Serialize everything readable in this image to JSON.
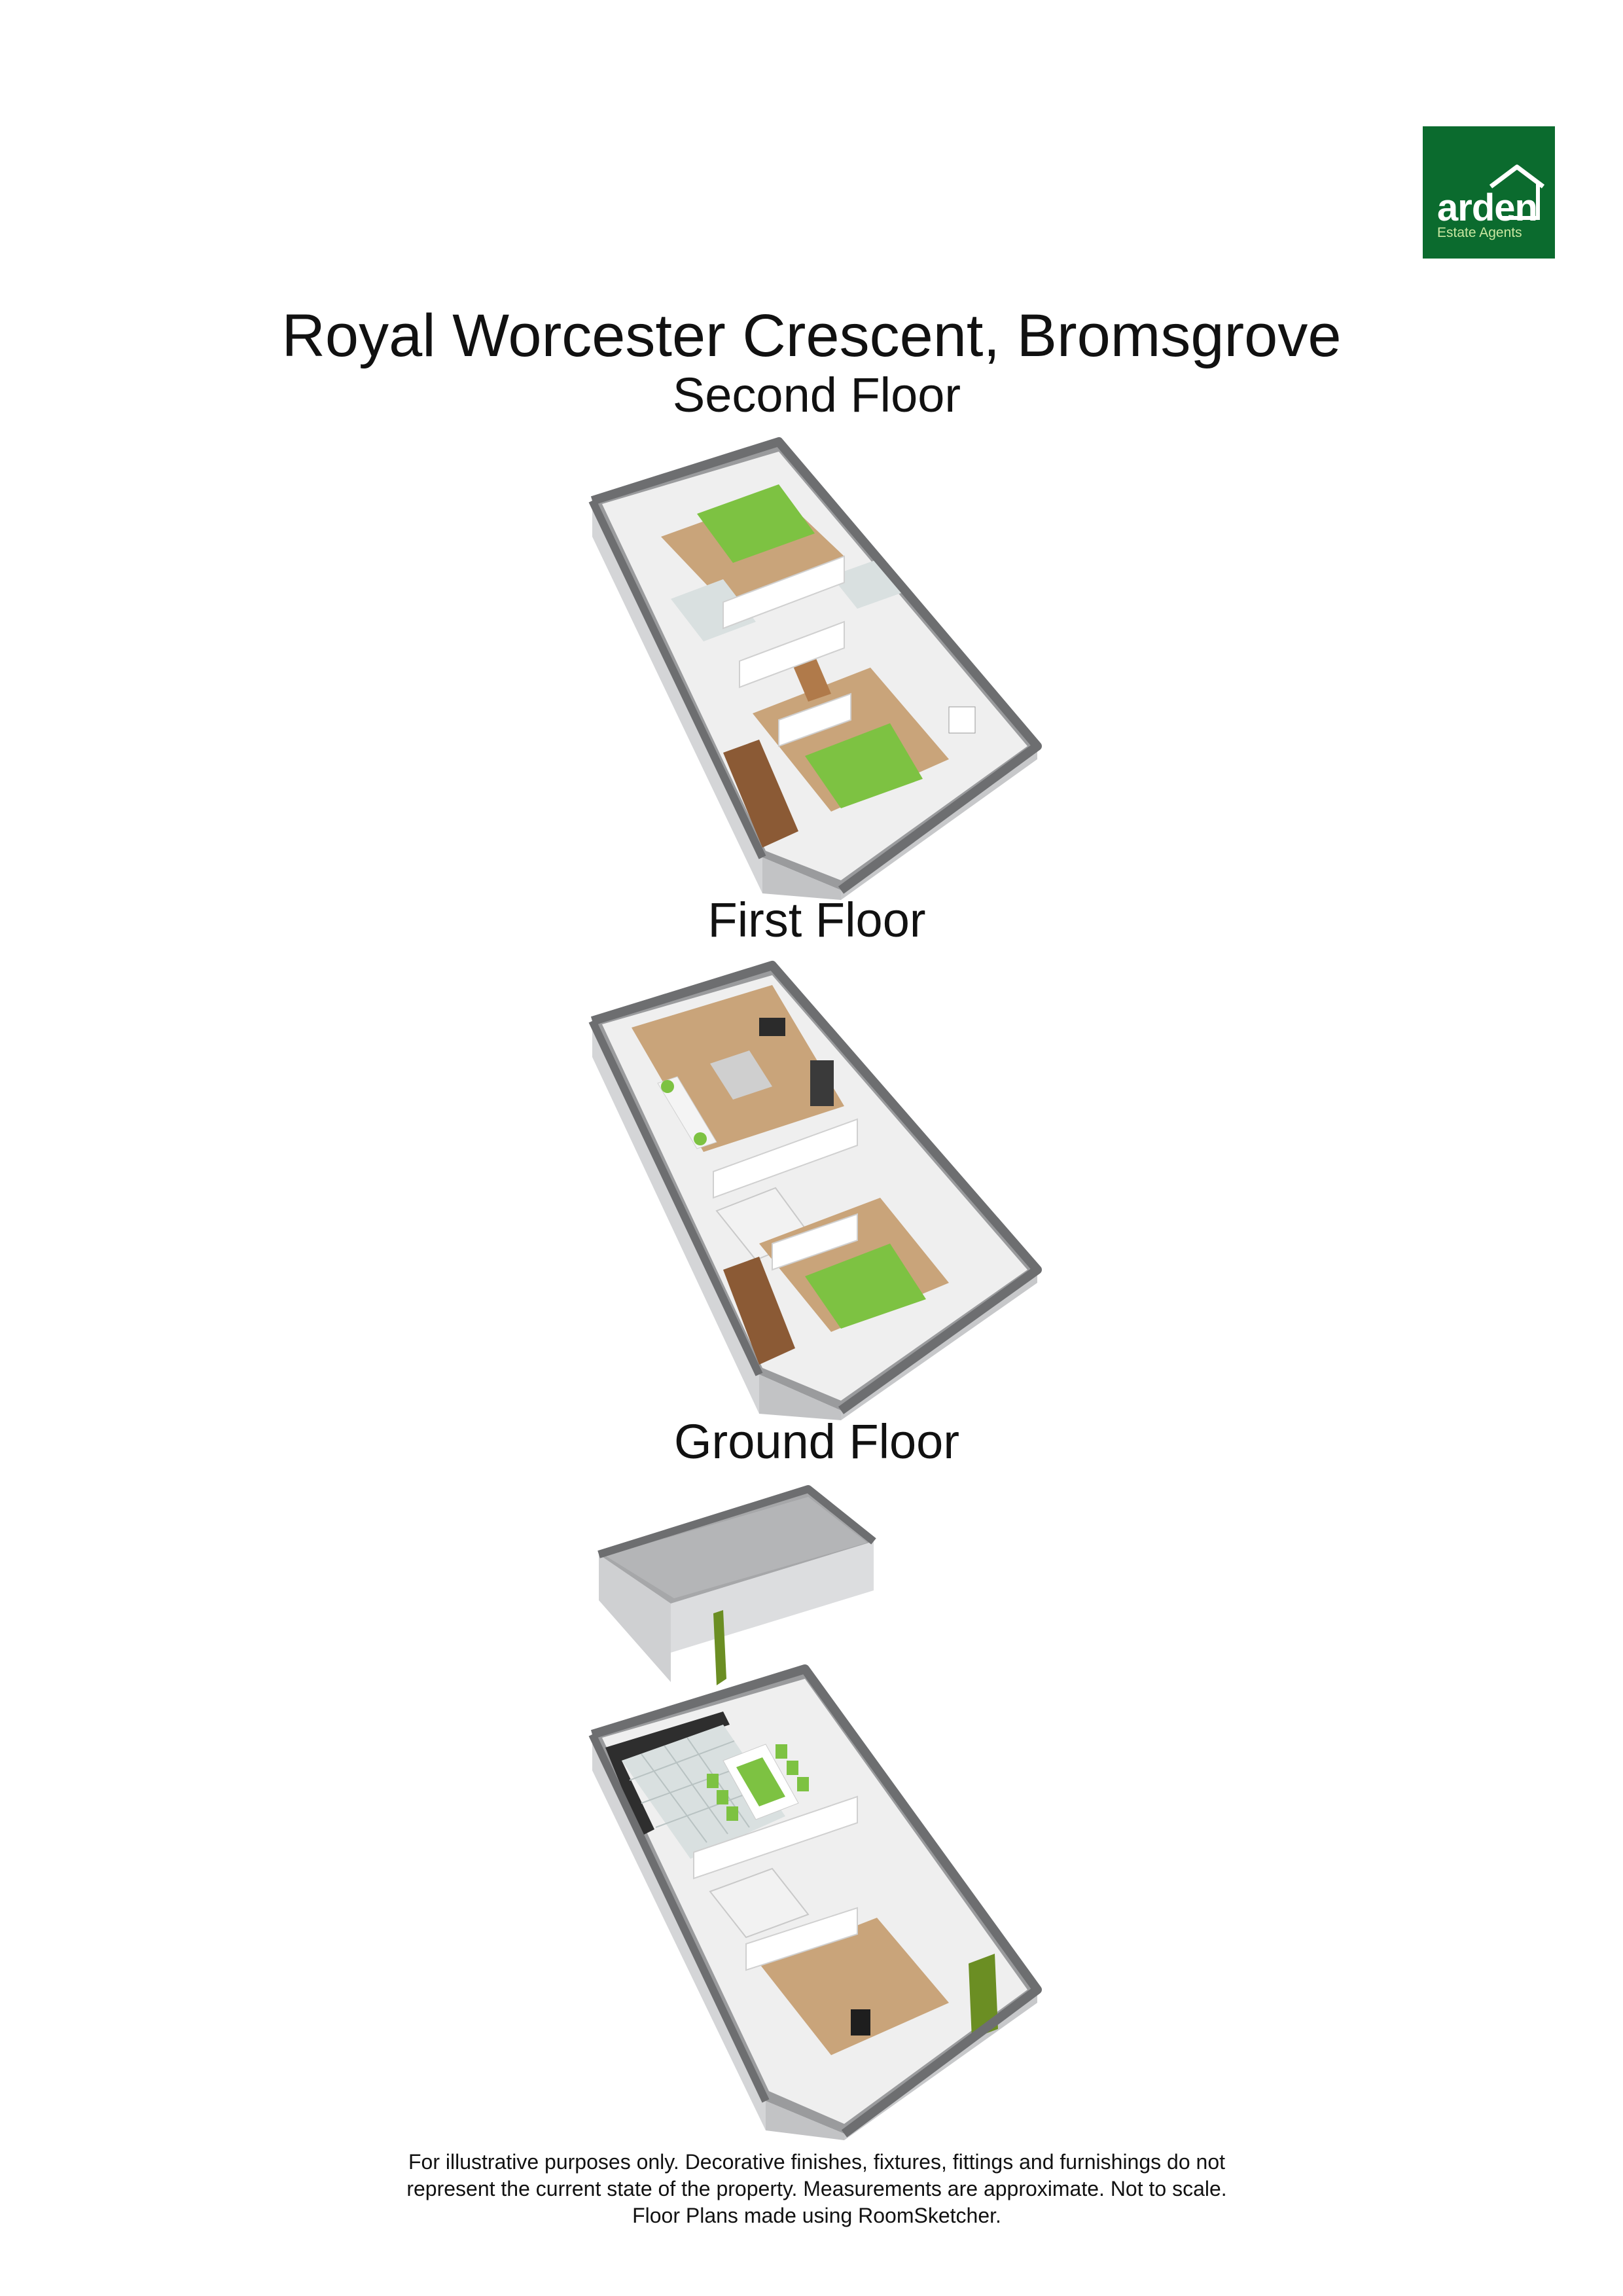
{
  "logo": {
    "brand": "arden",
    "tagline": "Estate Agents",
    "bg_color": "#0b6b2e"
  },
  "title": "Royal Worcester Crescent, Bromsgrove",
  "floors": [
    {
      "label": "Second Floor"
    },
    {
      "label": "First Floor"
    },
    {
      "label": "Ground Floor"
    }
  ],
  "disclaimer": [
    "For illustrative purposes only. Decorative finishes, fixtures, fittings and furnishings do not",
    "represent the current state of the property. Measurements are approximate. Not to scale.",
    "Floor Plans made using RoomSketcher."
  ],
  "colors": {
    "wall": "#6d6e70",
    "floor_wood": "#c9a47a",
    "bed": "#7dc242",
    "tile": "#d9e0e0"
  }
}
